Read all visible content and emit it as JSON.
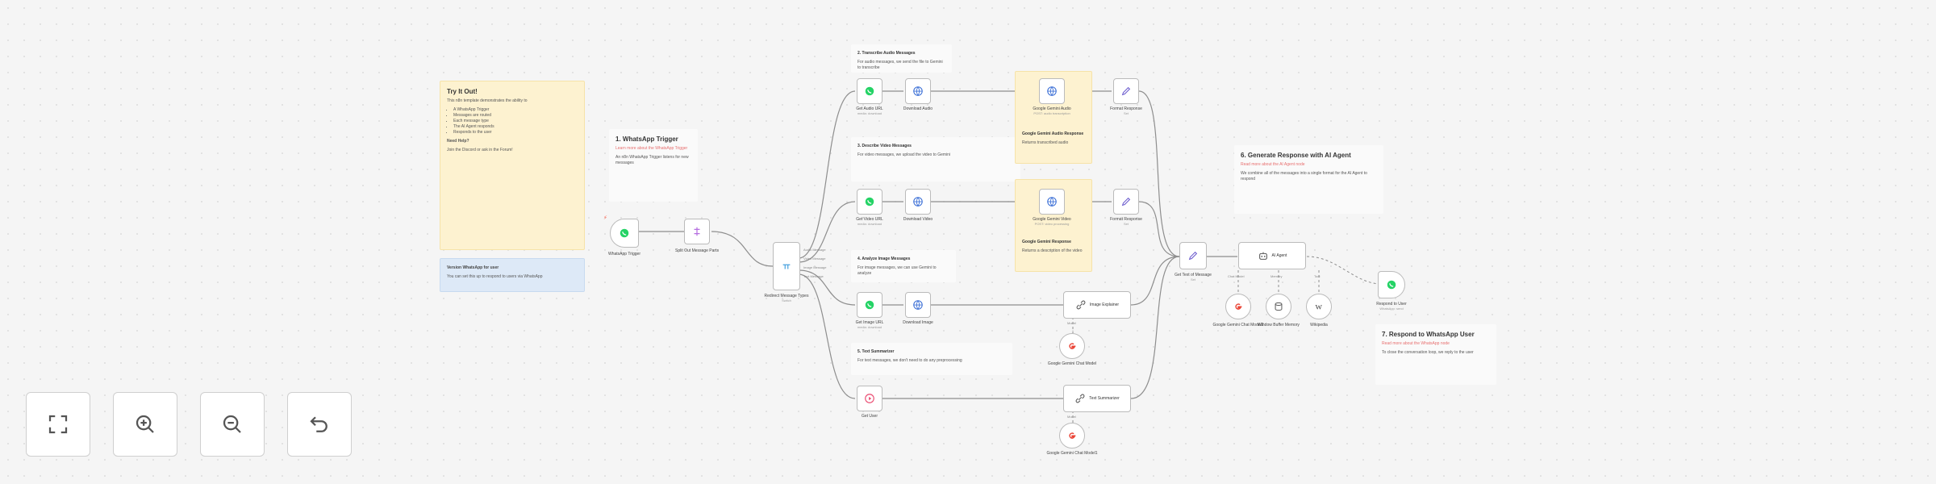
{
  "notes": {
    "try_it": {
      "title": "Try It Out!",
      "body": "This n8n template demonstrates the ability to",
      "bullets": [
        "A WhatsApp Trigger",
        "Messages are routed",
        "Each message type",
        "The AI Agent responds",
        "Responds to the user"
      ],
      "footer_title": "Need Help?",
      "footer": "Join the Discord or ask in the Forum!"
    },
    "note_blue": {
      "title": "Version WhatsApp for user",
      "body": "You can set this up to respond to users via WhatsApp"
    },
    "s1": {
      "title": "1. WhatsApp Trigger",
      "sub": "Learn more about the WhatsApp Trigger",
      "body": "An n8n WhatsApp Trigger listens for new messages"
    },
    "s2": {
      "title": "2. Transcribe Audio Messages",
      "body": "For audio messages, we send the file to Gemini to transcribe"
    },
    "s3": {
      "title": "3. Describe Video Messages",
      "body": "For video messages, we upload the video to Gemini"
    },
    "s4": {
      "title": "4. Analyze Image Messages",
      "body": "For image messages, we can use Gemini to analyze"
    },
    "s5": {
      "title": "5. Text Summarizer",
      "body": "For text messages, we don't need to do any preprocessing"
    },
    "s6": {
      "title": "6. Generate Response with AI Agent",
      "sub": "Read more about the AI Agent node",
      "body": "We combine all of the messages into a single format for the AI Agent to respond"
    },
    "s7": {
      "title": "7. Respond to WhatsApp User",
      "sub": "Read more about the WhatsApp node",
      "body": "To close the conversation loop, we reply to the user"
    },
    "gem_audio": {
      "title": "Google Gemini Audio Response",
      "body": "Returns transcribed audio"
    },
    "gem_video": {
      "title": "Google Gemini Response",
      "body": "Returns a description of the video"
    }
  },
  "nodes": {
    "trigger": {
      "label": "WhatsApp Trigger"
    },
    "split": {
      "label": "Split Out Message Parts"
    },
    "router": {
      "label": "Redirect Message Types",
      "sub": "Switch"
    },
    "audio_get": {
      "label": "Get Audio URL",
      "sub": "media: download"
    },
    "audio_dl": {
      "label": "Download Audio"
    },
    "audio_gem": {
      "label": "Google Gemini Audio",
      "sub": "POST: audio transcription"
    },
    "audio_fmt": {
      "label": "Format Response",
      "sub": "Set"
    },
    "video_get": {
      "label": "Get Video URL",
      "sub": "media: download"
    },
    "video_dl": {
      "label": "Download Video"
    },
    "video_gem": {
      "label": "Google Gemini Video",
      "sub": "POST: video processing"
    },
    "video_fmt": {
      "label": "Format Response",
      "sub": "Set"
    },
    "image_get": {
      "label": "Get Image URL",
      "sub": "media: download"
    },
    "image_dl": {
      "label": "Download Image"
    },
    "image_exp": {
      "label": "Image Explainer"
    },
    "image_model": {
      "label": "Google Gemini Chat Model"
    },
    "text_user": {
      "label": "Get User"
    },
    "text_sum": {
      "label": "Text Summarizer"
    },
    "text_model": {
      "label": "Google Gemini Chat Model1"
    },
    "get_text": {
      "label": "Get Text of Message",
      "sub": "Set"
    },
    "agent": {
      "label": "AI Agent"
    },
    "agent_chat": {
      "label": "Google Gemini Chat Model2"
    },
    "agent_memory": {
      "label": "Window Buffer Memory"
    },
    "agent_wiki": {
      "label": "Wikipedia"
    },
    "respond": {
      "label": "Respond to User",
      "sub": "WhatsApp: send"
    }
  },
  "ports": {
    "chat_model": "Chat Model",
    "memory": "Memory",
    "tool": "Tool",
    "model": "Model"
  },
  "router_outputs": [
    "Audio Message",
    "Video Message",
    "Image Message",
    "Text Message"
  ],
  "controls": {
    "fit": "fit-view-icon",
    "zoom_in": "zoom-in-icon",
    "zoom_out": "zoom-out-icon",
    "reset": "reset-zoom-icon"
  },
  "colors": {
    "canvas_bg": "#f5f5f5",
    "sticky_yellow": "#fdf2d0",
    "sticky_blue": "#dde9f7",
    "whatsapp_green": "#25d366",
    "trigger_accent": "#ff6d5a",
    "node_border": "#bbbbbb"
  }
}
